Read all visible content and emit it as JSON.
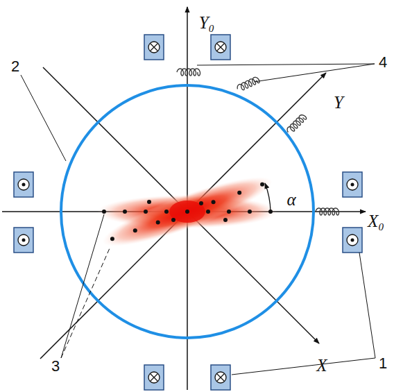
{
  "diagram": {
    "labels": [
      "Y₀",
      "X₀",
      "Y",
      "X",
      "α",
      "1",
      "2",
      "3",
      "4"
    ]
  }
}
